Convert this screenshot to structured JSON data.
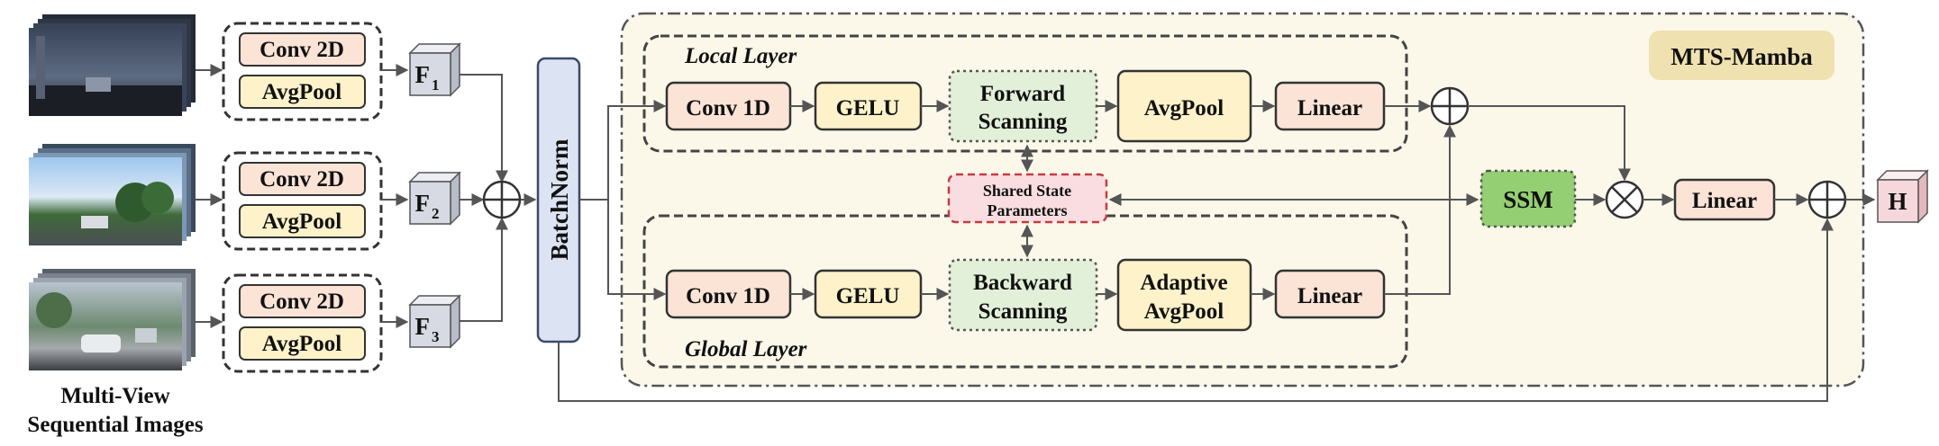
{
  "caption": {
    "line1": "Multi-View",
    "line2": "Sequential Images"
  },
  "views": [
    {
      "conv_label": "Conv 2D",
      "pool_label": "AvgPool",
      "feature_label": "F",
      "feature_sub": "1"
    },
    {
      "conv_label": "Conv 2D",
      "pool_label": "AvgPool",
      "feature_label": "F",
      "feature_sub": "2"
    },
    {
      "conv_label": "Conv 2D",
      "pool_label": "AvgPool",
      "feature_label": "F",
      "feature_sub": "3"
    }
  ],
  "batchnorm_label": "BatchNorm",
  "module_title": "MTS-Mamba",
  "local_layer": {
    "title": "Local Layer",
    "blocks": {
      "conv": "Conv 1D",
      "gelu": "GELU",
      "scan_line1": "Forward",
      "scan_line2": "Scanning",
      "pool": "AvgPool",
      "linear": "Linear"
    }
  },
  "global_layer": {
    "title": "Global Layer",
    "blocks": {
      "conv": "Conv 1D",
      "gelu": "GELU",
      "scan_line1": "Backward",
      "scan_line2": "Scanning",
      "pool_line1": "Adaptive",
      "pool_line2": "AvgPool",
      "linear": "Linear"
    }
  },
  "shared_state": {
    "line1": "Shared State",
    "line2": "Parameters"
  },
  "ssm_label": "SSM",
  "final_linear_label": "Linear",
  "output_label": "H",
  "colors": {
    "conv": "#fbe3d6",
    "pool": "#fdf2c9",
    "scan": "#e3f0d9",
    "ssm": "#94cf73",
    "shared": "#f9dde0",
    "shared_border": "#c53b42",
    "batchnorm": "#dce3f3",
    "module_bg": "#fbf8ea",
    "title_bg": "#efe1b0",
    "feature": "#d7dae3",
    "output": "#f6d8dc"
  }
}
